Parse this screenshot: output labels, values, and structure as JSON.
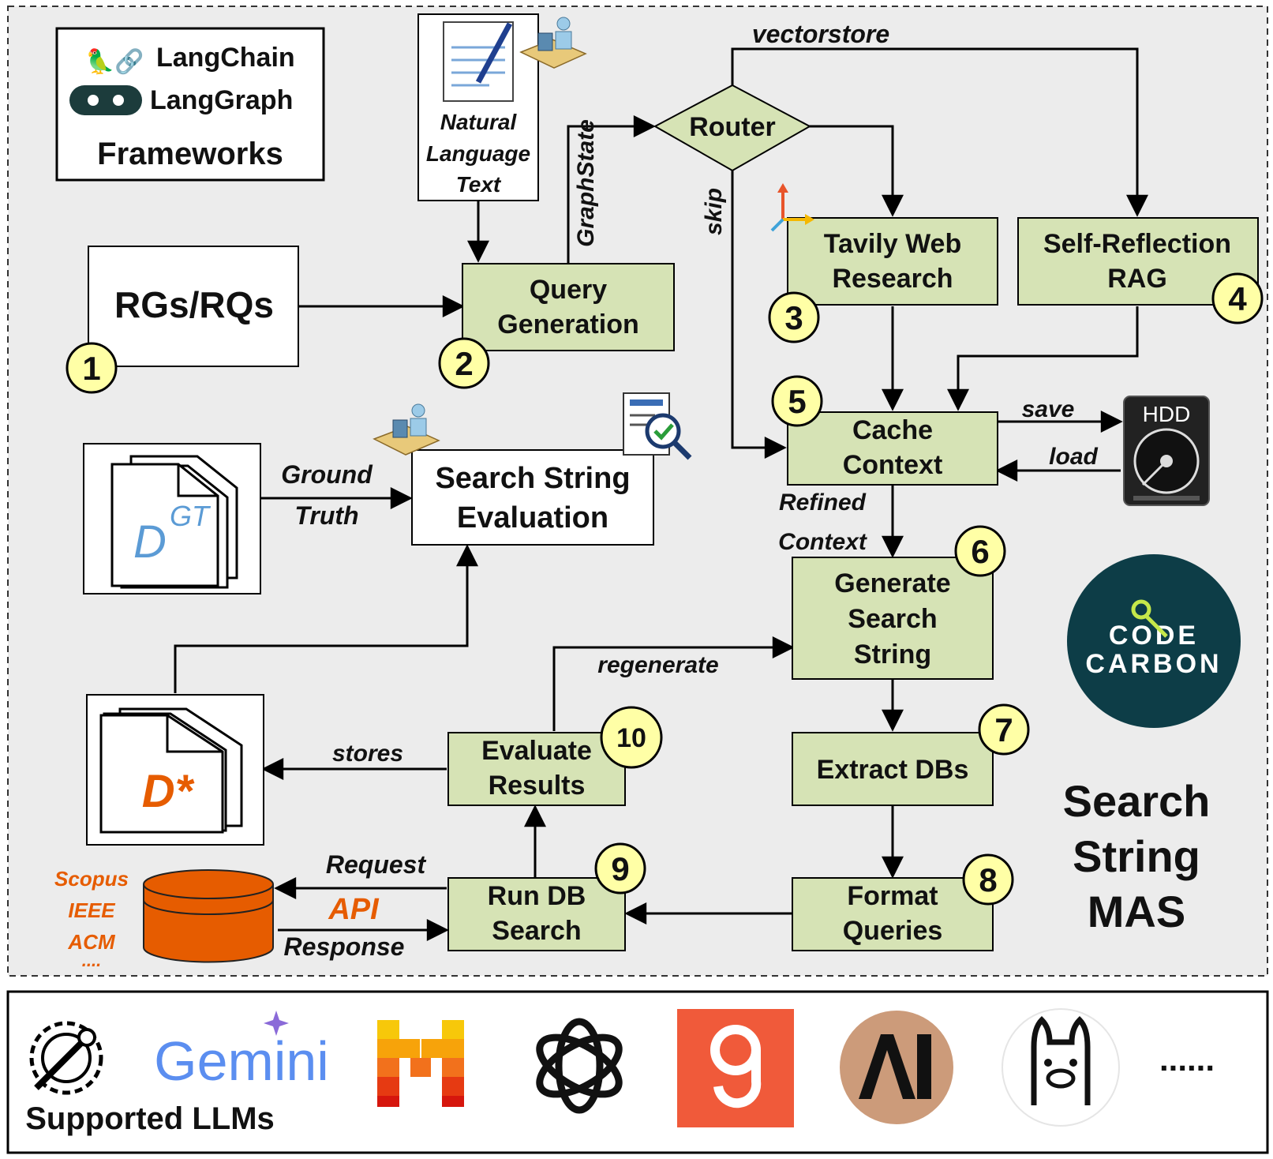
{
  "frameworks": {
    "items": [
      "LangChain",
      "LangGraph"
    ],
    "caption": "Frameworks"
  },
  "nodes": {
    "rgs": {
      "label": "RGs/RQs",
      "num": "1"
    },
    "query": {
      "label": [
        "Query",
        "Generation"
      ],
      "num": "2"
    },
    "tavily": {
      "label": [
        "Tavily Web",
        "Research"
      ],
      "num": "3"
    },
    "selfrag": {
      "label": [
        "Self-Reflection",
        "RAG"
      ],
      "num": "4"
    },
    "cache": {
      "label": [
        "Cache",
        "Context"
      ],
      "num": "5"
    },
    "generate": {
      "label": [
        "Generate",
        "Search",
        "String"
      ],
      "num": "6"
    },
    "extract": {
      "label": "Extract DBs",
      "num": "7"
    },
    "format": {
      "label": [
        "Format",
        "Queries"
      ],
      "num": "8"
    },
    "rundb": {
      "label": [
        "Run DB",
        "Search"
      ],
      "num": "9"
    },
    "evaluate": {
      "label": [
        "Evaluate",
        "Results"
      ],
      "num": "10"
    },
    "router": {
      "label": "Router"
    },
    "sse": {
      "label": [
        "Search String",
        "Evaluation"
      ]
    },
    "nlt": {
      "label": [
        "Natural",
        "Language",
        "Text"
      ]
    },
    "dgt": {
      "main": "D",
      "sup": "GT"
    },
    "dstar": {
      "label": "D*"
    },
    "hdd": {
      "label": "HDD"
    }
  },
  "edges": {
    "vectorstore": "vectorstore",
    "graphstate": "GraphState",
    "skip": "skip",
    "save": "save",
    "load": "load",
    "refined": [
      "Refined",
      "Context"
    ],
    "regenerate": "regenerate",
    "stores": "stores",
    "ground_truth": [
      "Ground",
      "Truth"
    ],
    "request": "Request",
    "api": "API",
    "response": "Response"
  },
  "databases": [
    "Scopus",
    "IEEE",
    "ACM",
    "...."
  ],
  "mas_title": [
    "Search",
    "String",
    "MAS"
  ],
  "codecarbon": [
    "CODE",
    "CARBON"
  ],
  "llms": {
    "caption": "Supported LLMs",
    "gemini": "Gemini",
    "more": "......"
  },
  "colors": {
    "box_green": "#d6e3b5",
    "badge_yellow": "#ffffa6",
    "orange": "#e65c00",
    "background": "#ececec",
    "codecarbon_bg": "#0d3d47"
  }
}
